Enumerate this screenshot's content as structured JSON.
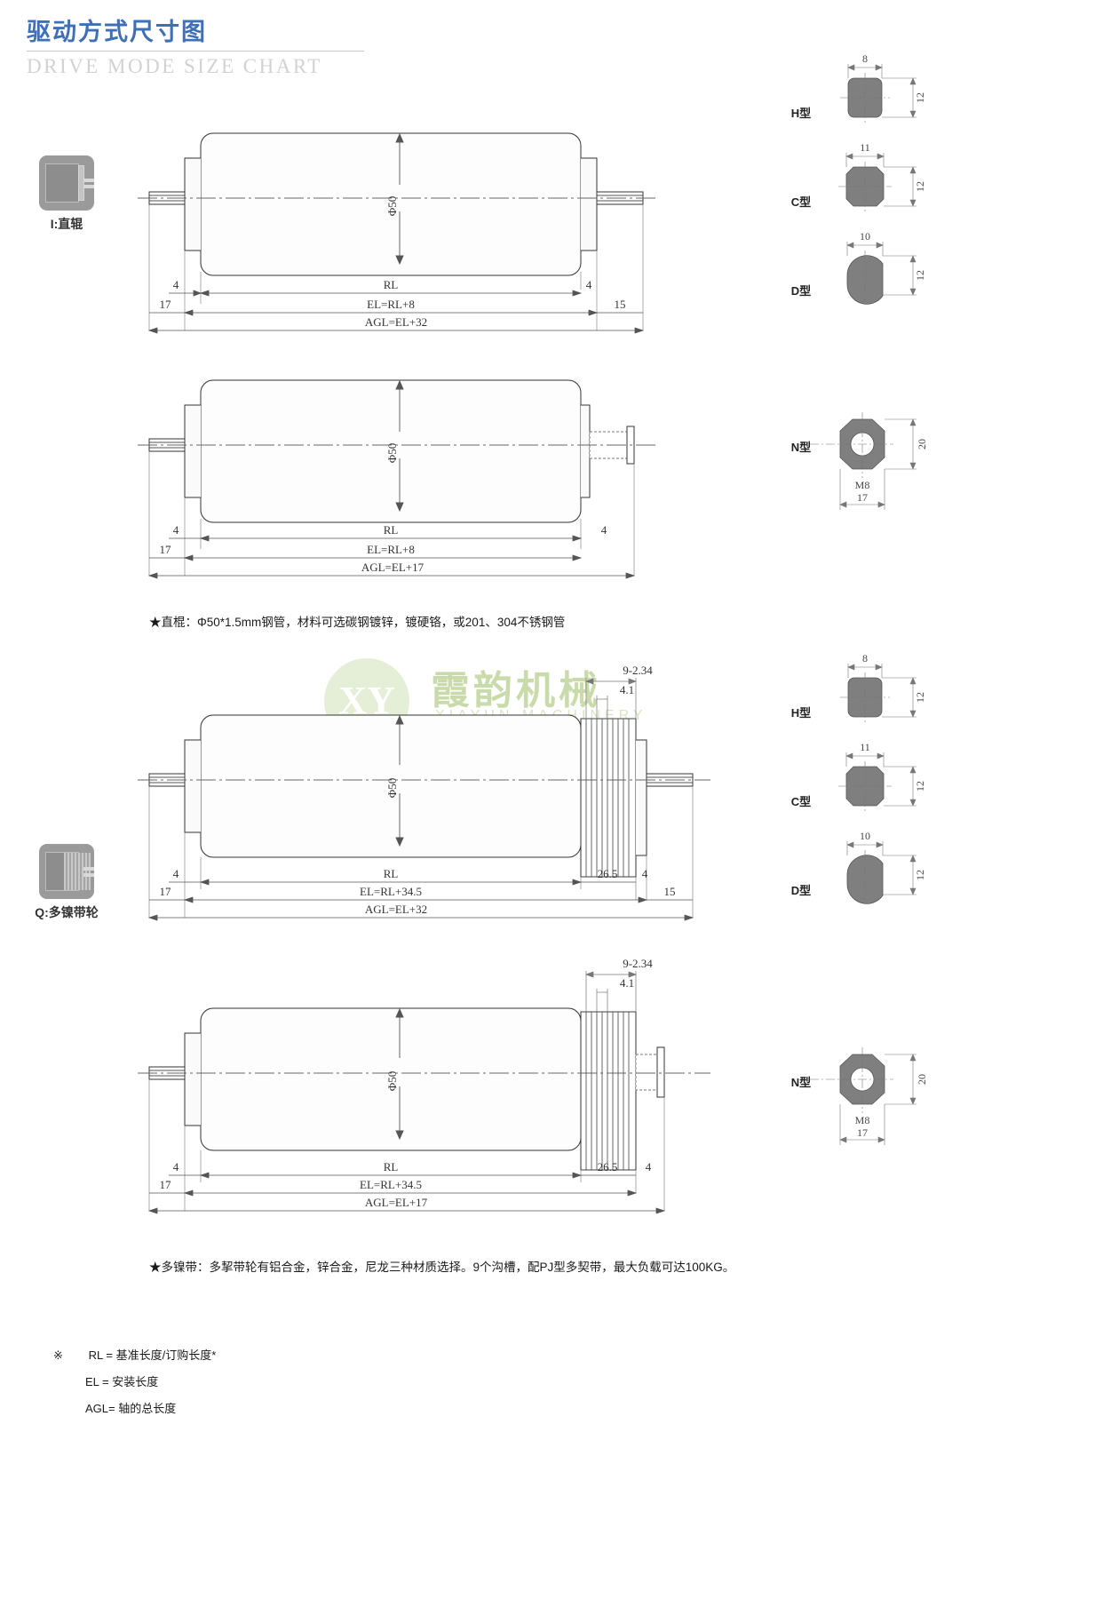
{
  "header": {
    "title_cn": "驱动方式尺寸图",
    "title_en": "DRIVE MODE SIZE CHART"
  },
  "watermark": {
    "logo_text": "XY",
    "name_cn": "霞韵机械",
    "name_en": "XIAYUN MACHINERY"
  },
  "sections": [
    {
      "id": "straight-roller",
      "icon_label": "I:直辊",
      "views": [
        {
          "id": "straight-top",
          "diameter": "Φ50",
          "dims_left": [
            "4",
            "17"
          ],
          "dims_right": [
            "4",
            "15"
          ],
          "chain": [
            "RL",
            "EL=RL+8",
            "AGL=EL+32"
          ]
        },
        {
          "id": "straight-bottom",
          "diameter": "Φ50",
          "dims_left": [
            "4",
            "17"
          ],
          "dims_right": [
            "4"
          ],
          "chain": [
            "RL",
            "EL=RL+8",
            "AGL=EL+17"
          ]
        }
      ],
      "note": "★直棍：Φ50*1.5mm钢管，材料可选碳钢镀锌，镀硬铬，或201、304不锈钢管"
    },
    {
      "id": "multi-groove-pulley",
      "icon_label": "Q:多镍带轮",
      "views": [
        {
          "id": "pulley-top",
          "diameter": "Φ50",
          "groove_callouts": [
            "9-2.34",
            "4.1"
          ],
          "dims_left": [
            "4",
            "17"
          ],
          "dims_right": [
            "26.5",
            "4",
            "15"
          ],
          "chain": [
            "RL",
            "EL=RL+34.5",
            "AGL=EL+32"
          ]
        },
        {
          "id": "pulley-bottom",
          "diameter": "Φ50",
          "groove_callouts": [
            "9-2.34",
            "4.1"
          ],
          "dims_left": [
            "4",
            "17"
          ],
          "dims_right": [
            "26.5",
            "4"
          ],
          "chain": [
            "RL",
            "EL=RL+34.5",
            "AGL=EL+17"
          ]
        }
      ],
      "note": "★多镍带：多挈带轮有铝合金，锌合金，尼龙三种材质选择。9个沟槽，配PJ型多契带，最大负载可达100KG。"
    }
  ],
  "shaft_profiles_top": [
    {
      "label": "H型",
      "width": "8",
      "height": "12",
      "shape": "hex-flat"
    },
    {
      "label": "C型",
      "width": "11",
      "height": "12",
      "shape": "octagon"
    },
    {
      "label": "D型",
      "width": "10",
      "height": "12",
      "shape": "d-cut"
    }
  ],
  "shaft_profiles_bottom": [
    {
      "label": "N型",
      "height": "20",
      "thread": "M8",
      "across_flats": "17",
      "shape": "hex-bore"
    }
  ],
  "legend": [
    {
      "mark": "※",
      "text": "RL = 基准长度/订购长度*"
    },
    {
      "mark": "",
      "text": "EL = 安装长度"
    },
    {
      "mark": "",
      "text": "AGL= 轴的总长度"
    }
  ]
}
